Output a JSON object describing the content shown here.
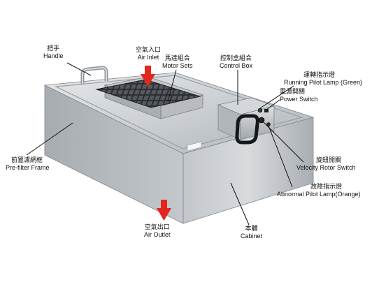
{
  "labels": {
    "handle": {
      "zh": "把手",
      "en": "Handle"
    },
    "air_inlet": {
      "zh": "空氣入口",
      "en": "Air Inlet"
    },
    "motor_sets": {
      "zh": "馬達組合",
      "en": "Motor Sets"
    },
    "control_box": {
      "zh": "控制盒組合",
      "en": "Control Box"
    },
    "running_lamp": {
      "zh": "運轉指示燈",
      "en": "Running Pilot Lamp (Green)"
    },
    "power_switch": {
      "zh": "電源開關",
      "en": "Power Switch"
    },
    "prefilter": {
      "zh": "前置濾網框",
      "en": "Pre-filter Frame"
    },
    "rotor_switch": {
      "zh": "旋鈕開關",
      "en": "Velocity Rotor Switch"
    },
    "abnormal_lamp": {
      "zh": "故障指示燈",
      "en": "Abnormal Pilot Lamp(Orange)"
    },
    "air_outlet": {
      "zh": "空氣出口",
      "en": "Air Outlet"
    },
    "cabinet": {
      "zh": "本體",
      "en": "Cabinet"
    }
  },
  "colors": {
    "arrow": "#e4261c",
    "metal_light": "#d6d9dc",
    "metal_mid": "#b9bdc1",
    "metal_dark": "#8c9196",
    "leader": "#111111"
  }
}
